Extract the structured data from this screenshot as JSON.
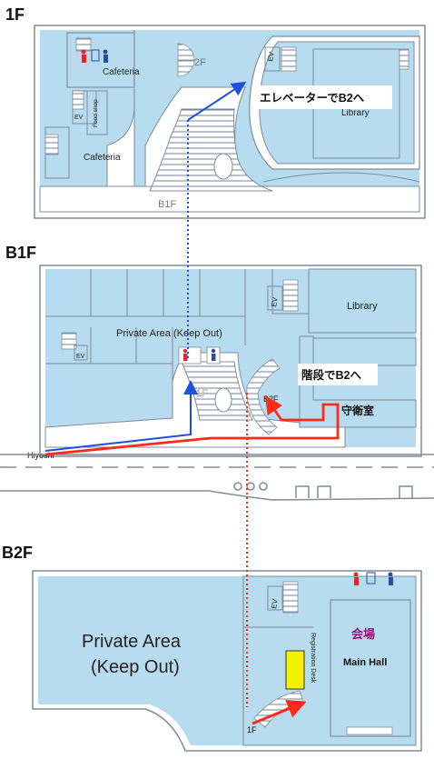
{
  "floors": {
    "f1": {
      "title": "1F"
    },
    "b1": {
      "title": "B1F"
    },
    "b2": {
      "title": "B2F"
    }
  },
  "f1": {
    "cafeteria_top": "Cafeteria",
    "cafeteria_bottom": "Cafeteria",
    "food_shop": "Food shop",
    "ev": "EV",
    "ev_right": "EV",
    "stair_2f": "2F",
    "library": "Library",
    "callout": "エレベーターでB2へ",
    "stair_b1f": "B1F"
  },
  "b1": {
    "library": "Library",
    "ev": "EV",
    "ev_left": "EV",
    "private_area": "Private Area (Keep Out)",
    "stair_1f": "1F",
    "stair_b2f": "B2F",
    "callout": "階段でB2へ",
    "guard_room": "守衛室",
    "hiyoshi": "Hiyoshi"
  },
  "b2": {
    "private_area_line1": "Private Area",
    "private_area_line2": "(Keep Out)",
    "ev": "EV",
    "venue": "会場",
    "main_hall": "Main Hall",
    "registration": "Registration Desk",
    "stair_1f": "1F"
  },
  "colors": {
    "floor": "#b7dcef",
    "wall": "#ffffff",
    "outline": "#7f8c99",
    "route_blue": "#1f4fe0",
    "route_red": "#ff2a1a",
    "desk": "#f5f000",
    "venue_text": "#a0117a",
    "toilet_red": "#e0282a",
    "toilet_blue": "#2a4da0"
  }
}
